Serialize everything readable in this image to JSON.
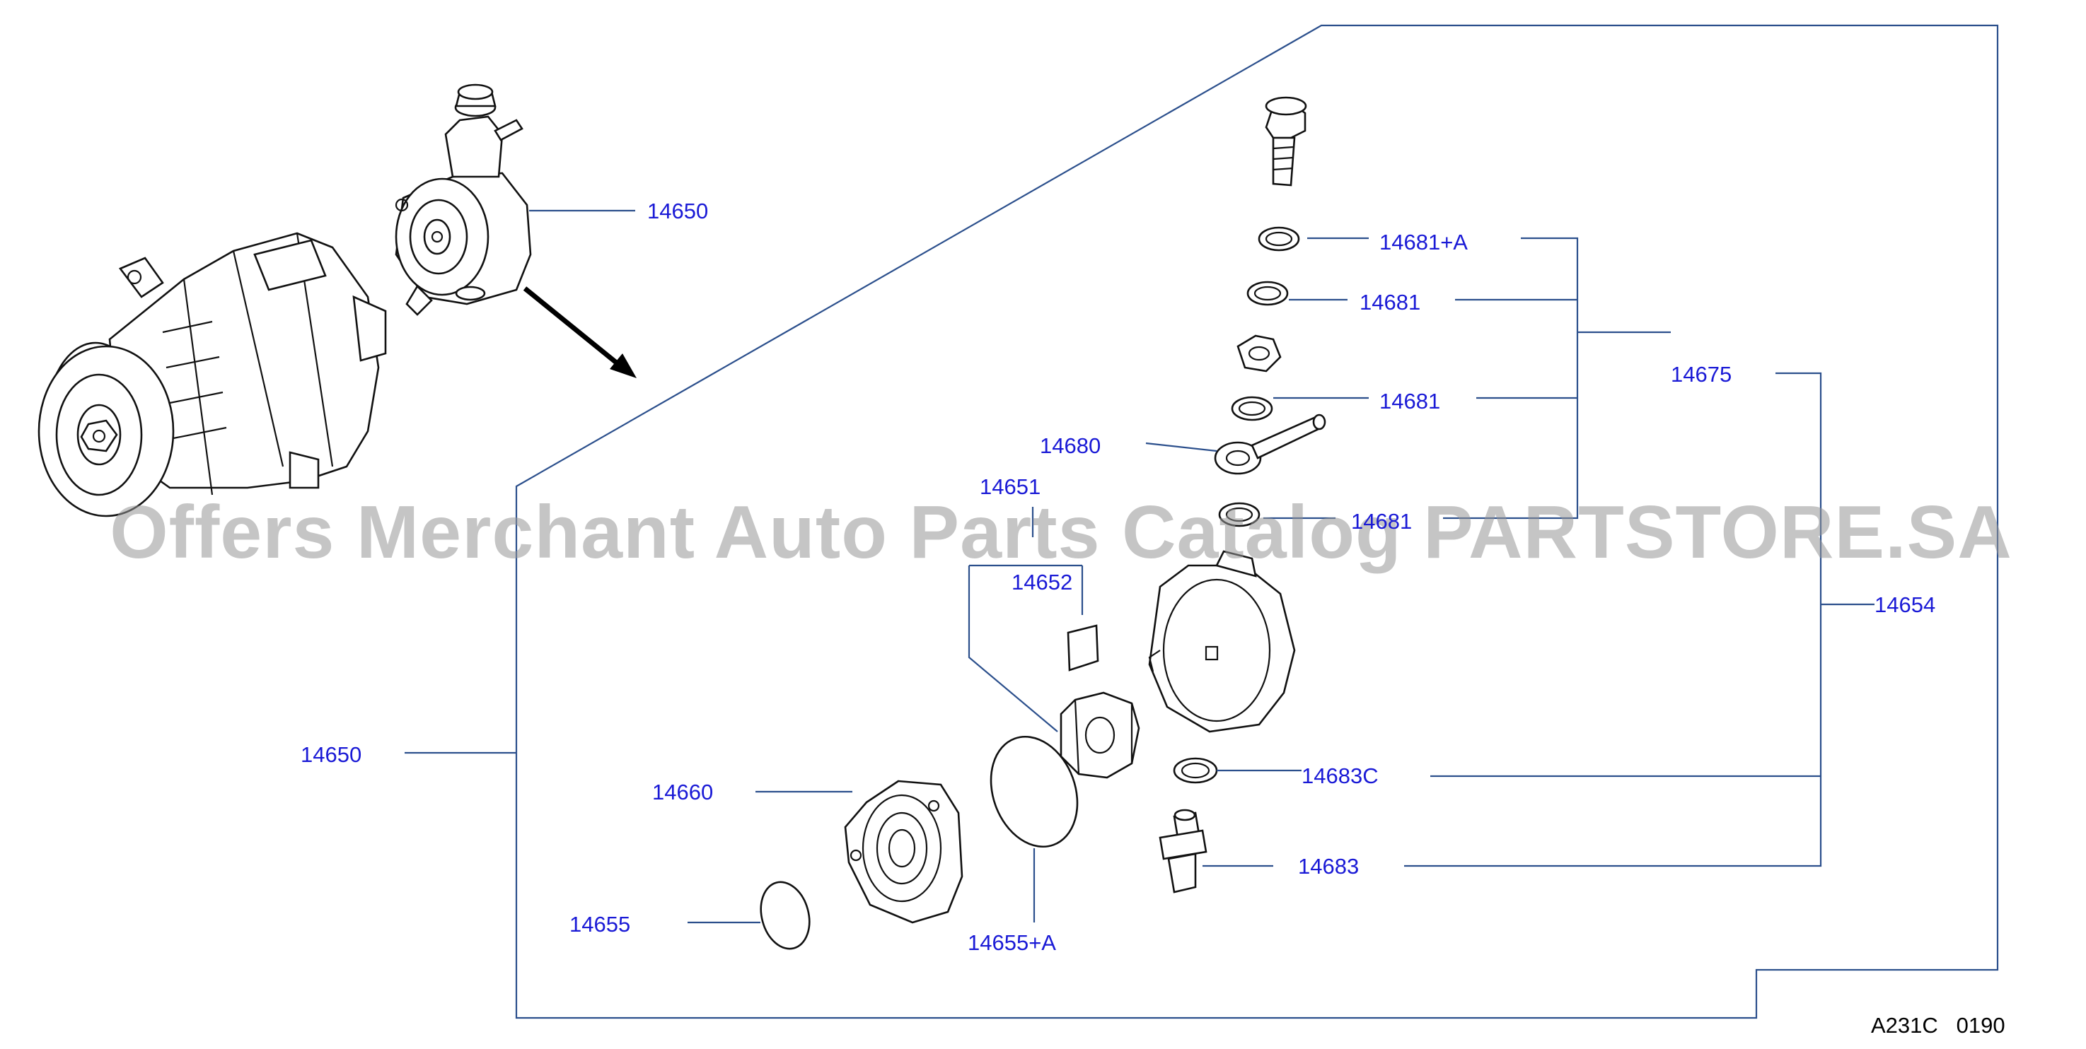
{
  "watermark": "Offers Merchant Auto Parts Catalog PARTSTORE.SA",
  "diagram_code": "A231C   0190",
  "callouts": [
    {
      "id": "c1",
      "text": "14650"
    },
    {
      "id": "c2",
      "text": "14681+A"
    },
    {
      "id": "c3",
      "text": "14681"
    },
    {
      "id": "c4",
      "text": "14675"
    },
    {
      "id": "c5",
      "text": "14681"
    },
    {
      "id": "c6",
      "text": "14680"
    },
    {
      "id": "c7",
      "text": "14651"
    },
    {
      "id": "c8",
      "text": "14681"
    },
    {
      "id": "c9",
      "text": "14652"
    },
    {
      "id": "c10",
      "text": "14654"
    },
    {
      "id": "c11",
      "text": "14650"
    },
    {
      "id": "c12",
      "text": "14683C"
    },
    {
      "id": "c13",
      "text": "14660"
    },
    {
      "id": "c14",
      "text": "14683"
    },
    {
      "id": "c15",
      "text": "14655"
    },
    {
      "id": "c16",
      "text": "14655+A"
    }
  ]
}
